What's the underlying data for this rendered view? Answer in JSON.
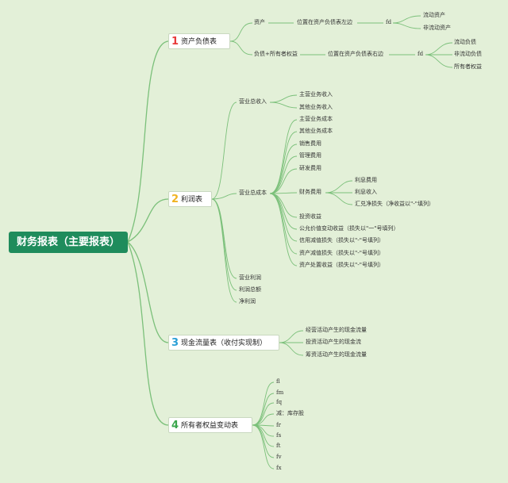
{
  "root": "财务报表（主要报表）",
  "s1": {
    "num": "1",
    "title": "资产负债表",
    "num_color": "#e83a3a",
    "asset": "资产",
    "asset_pos": "位置在资产负债表左边",
    "asset_fd": "fd",
    "asset_items": [
      "流动资产",
      "非流动资产"
    ],
    "liab": "负债+所有者权益",
    "liab_pos": "位置在资产负债表右边",
    "liab_fd": "fd",
    "liab_items": [
      "流动负债",
      "非流动负债",
      "所有者权益"
    ]
  },
  "s2": {
    "num": "2",
    "title": "利润表",
    "num_color": "#f0b321",
    "revenue": "营业总收入",
    "revenue_items": [
      "主营业务收入",
      "其他业务收入"
    ],
    "cost": "营业总成本",
    "cost_items_a": [
      "主营业务成本",
      "其他业务成本",
      "销售费用",
      "管理费用",
      "研发费用"
    ],
    "fin": "财务费用",
    "fin_items": [
      "利息费用",
      "利息收入",
      "汇兑净损失（净收益以\"-\"填列）"
    ],
    "cost_items_b": [
      "投资收益",
      "公允价值变动收益（损失以\"一\"号填列）",
      "信用减值损失（损失以\"-\"号填列）",
      "资产减值损失（损失以\"-\"号填列）",
      "资产处置收益（损失以\"-\"号填列）"
    ],
    "tail": [
      "营业利润",
      "利润总额",
      "净利润"
    ]
  },
  "s3": {
    "num": "3",
    "title": "现金流量表（收付实现制）",
    "num_color": "#2a9fd6",
    "items": [
      "经营活动产生的现金流量",
      "投资活动产生的现金流",
      "筹资活动产生的现金流量"
    ]
  },
  "s4": {
    "num": "4",
    "title": "所有者权益变动表",
    "num_color": "#3aa64c",
    "items": [
      "fl",
      "fm",
      "fq",
      "减：库存股",
      "fr",
      "fs",
      "ft",
      "fv",
      "fx"
    ]
  }
}
